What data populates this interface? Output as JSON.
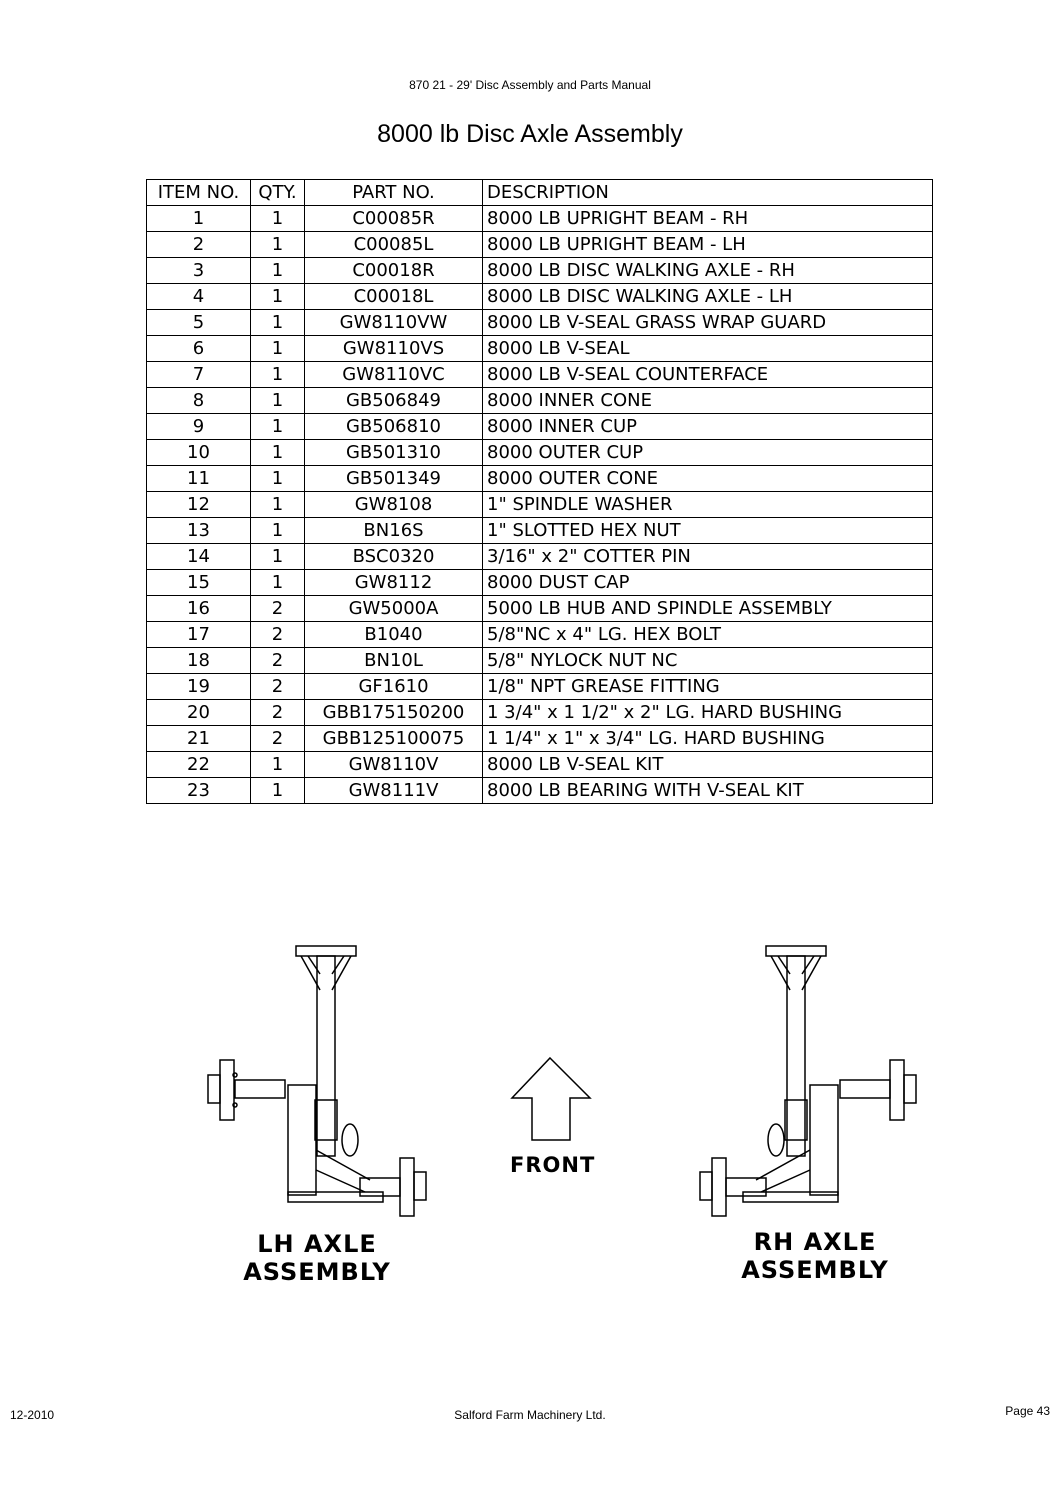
{
  "header": {
    "manual_title": "870 21 - 29' Disc Assembly and Parts Manual"
  },
  "page_title": "8000 lb Disc Axle Assembly",
  "table": {
    "columns": [
      "ITEM NO.",
      "QTY.",
      "PART NO.",
      "DESCRIPTION"
    ],
    "rows": [
      [
        "1",
        "1",
        "C00085R",
        "8000 LB UPRIGHT BEAM - RH"
      ],
      [
        "2",
        "1",
        "C00085L",
        "8000 LB UPRIGHT BEAM - LH"
      ],
      [
        "3",
        "1",
        "C00018R",
        "8000 LB DISC WALKING AXLE - RH"
      ],
      [
        "4",
        "1",
        "C00018L",
        "8000 LB DISC WALKING AXLE - LH"
      ],
      [
        "5",
        "1",
        "GW8110VW",
        "8000 LB V-SEAL GRASS WRAP GUARD"
      ],
      [
        "6",
        "1",
        "GW8110VS",
        "8000 LB V-SEAL"
      ],
      [
        "7",
        "1",
        "GW8110VC",
        "8000 LB V-SEAL COUNTERFACE"
      ],
      [
        "8",
        "1",
        "GB506849",
        "8000 INNER CONE"
      ],
      [
        "9",
        "1",
        "GB506810",
        "8000 INNER CUP"
      ],
      [
        "10",
        "1",
        "GB501310",
        "8000 OUTER CUP"
      ],
      [
        "11",
        "1",
        "GB501349",
        "8000 OUTER CONE"
      ],
      [
        "12",
        "1",
        "GW8108",
        "1\" SPINDLE WASHER"
      ],
      [
        "13",
        "1",
        "BN16S",
        "1\" SLOTTED HEX NUT"
      ],
      [
        "14",
        "1",
        "BSC0320",
        "3/16\" x 2\" COTTER PIN"
      ],
      [
        "15",
        "1",
        "GW8112",
        "8000 DUST CAP"
      ],
      [
        "16",
        "2",
        "GW5000A",
        "5000 LB HUB AND SPINDLE ASSEMBLY"
      ],
      [
        "17",
        "2",
        "B1040",
        "5/8\"NC x 4\" LG. HEX BOLT"
      ],
      [
        "18",
        "2",
        "BN10L",
        "5/8\" NYLOCK NUT NC"
      ],
      [
        "19",
        "2",
        "GF1610",
        "1/8\" NPT GREASE FITTING"
      ],
      [
        "20",
        "2",
        "GBB175150200",
        "1 3/4\" x 1 1/2\" x 2\" LG. HARD BUSHING"
      ],
      [
        "21",
        "2",
        "GBB125100075",
        "1 1/4\" x 1\" x 3/4\" LG. HARD BUSHING"
      ],
      [
        "22",
        "1",
        "GW8110V",
        "8000 LB V-SEAL KIT"
      ],
      [
        "23",
        "1",
        "GW8111V",
        "8000 LB BEARING WITH V-SEAL KIT"
      ]
    ]
  },
  "drawing": {
    "lh_label_line1": "LH AXLE",
    "lh_label_line2": "ASSEMBLY",
    "rh_label_line1": "RH AXLE",
    "rh_label_line2": "ASSEMBLY",
    "front_label": "FRONT"
  },
  "footer": {
    "date": "12-2010",
    "company": "Salford Farm Machinery Ltd.",
    "page": "Page 43"
  }
}
